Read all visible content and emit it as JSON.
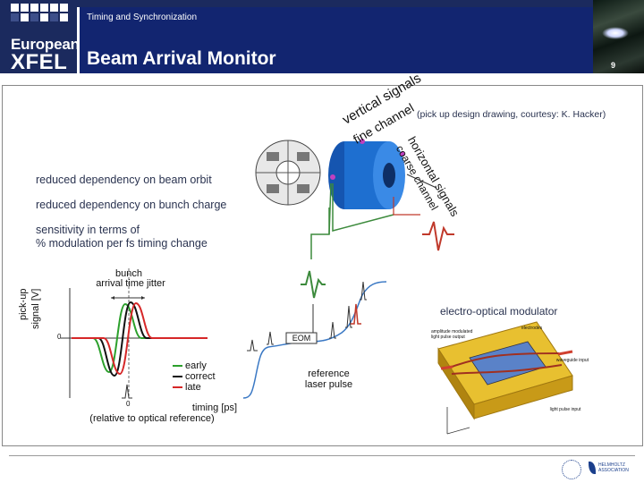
{
  "header": {
    "logo_line1": "European",
    "logo_line2": "XFEL",
    "section_title": "Timing and Synchronization",
    "slide_title": "Beam Arrival Monitor",
    "page_number": "9"
  },
  "left_text": {
    "point1": "reduced dependency on beam orbit",
    "point2": "reduced dependency on bunch charge",
    "point3_line1": "sensitivity in terms of",
    "point3_line2": "% modulation per fs timing change"
  },
  "pickup": {
    "courtesy": "(pick up design drawing, courtesy: K. Hacker)",
    "label_vertical_1": "vertical signals",
    "label_vertical_2": "fine channel",
    "label_horizontal_1": "horizontal signals",
    "label_horizontal_2": "coarse channel"
  },
  "plot": {
    "bunch_label_1": "bunch",
    "bunch_label_2": "arrival time jitter",
    "ylabel_1": "pick-up",
    "ylabel_2": "signal [V]",
    "y_tick_zero": "0",
    "x_tick_zero": "0",
    "xlabel_1": "timing [ps]",
    "xlabel_2": "(relative to optical reference)",
    "legend": [
      {
        "label": "early",
        "color": "#2ca02c"
      },
      {
        "label": "correct",
        "color": "#111111"
      },
      {
        "label": "late",
        "color": "#d62728"
      }
    ]
  },
  "eom": {
    "box_label": "EOM",
    "ref_label_1": "reference",
    "ref_label_2": "laser pulse",
    "modulator_title": "electro-optical modulator",
    "tiny_labels": [
      "amplitude modulated light pulse output",
      "electrodes",
      "waveguide input",
      "light pulse input"
    ]
  },
  "footer": {
    "partner": "HELMHOLTZ ASSOCIATION"
  },
  "colors": {
    "header_bg": "#1b2a5e",
    "title_bg": "#122570",
    "early": "#2ca02c",
    "correct": "#111111",
    "late": "#d62728",
    "pickup_blue": "#1e6fd0",
    "signal_green": "#3c8a3c",
    "signal_red": "#c0392b",
    "laser_blue": "#3a78c4"
  }
}
